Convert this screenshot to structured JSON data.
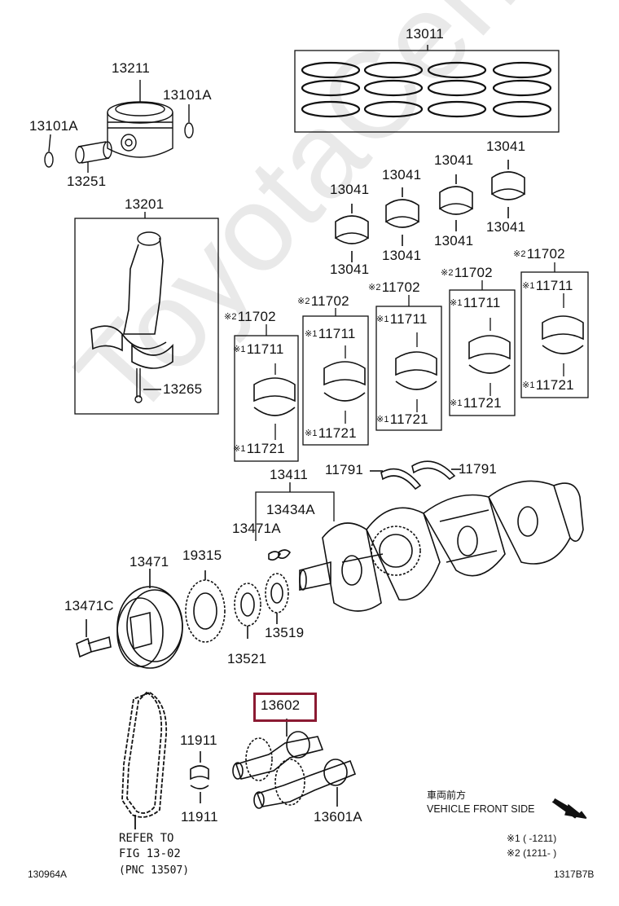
{
  "watermark": "ToyotaCenter.ru",
  "labels": {
    "p13011": "13011",
    "p13211": "13211",
    "p13101A_r": "13101A",
    "p13101A_l": "13101A",
    "p13251": "13251",
    "p13201": "13201",
    "p13265": "13265",
    "b1_top": "13041",
    "b1_bot": "13041",
    "b2_top": "13041",
    "b2_bot": "13041",
    "b3_top": "13041",
    "b3_bot": "13041",
    "b4_top": "13041",
    "b4_bot": "13041",
    "m1_set": "11702",
    "m1_up": "11711",
    "m1_lo": "11721",
    "m2_set": "11702",
    "m2_up": "11711",
    "m2_lo": "11721",
    "m3_set": "11702",
    "m3_up": "11711",
    "m3_lo": "11721",
    "m4_set": "11702",
    "m4_up": "11711",
    "m4_lo": "11721",
    "m5_set": "11702",
    "m5_up": "11711",
    "m5_lo": "11721",
    "p13411": "13411",
    "p11791_l": "11791",
    "p11791_r": "11791",
    "p13434A": "13434A",
    "p13471A": "13471A",
    "p13471": "13471",
    "p19315": "19315",
    "p13471C": "13471C",
    "p13519": "13519",
    "p13521": "13521",
    "p13602": "13602",
    "p11911_t": "11911",
    "p11911_b": "11911",
    "p13601A": "13601A"
  },
  "marks": {
    "one": "※1",
    "two": "※2"
  },
  "refer": {
    "line1": "REFER TO",
    "line2": "FIG 13-02",
    "line3": "(PNC 13507)"
  },
  "direction": {
    "jp": "車両前方",
    "en": "VEHICLE FRONT SIDE"
  },
  "notes": {
    "n1": "※1 (      -1211)",
    "n2": "※2 (1211-      )"
  },
  "corner": {
    "left": "130964A",
    "right": "1317B7B"
  },
  "colors": {
    "highlight": "#8b1a32",
    "line": "#111111",
    "watermark": "#e9e9e9"
  }
}
